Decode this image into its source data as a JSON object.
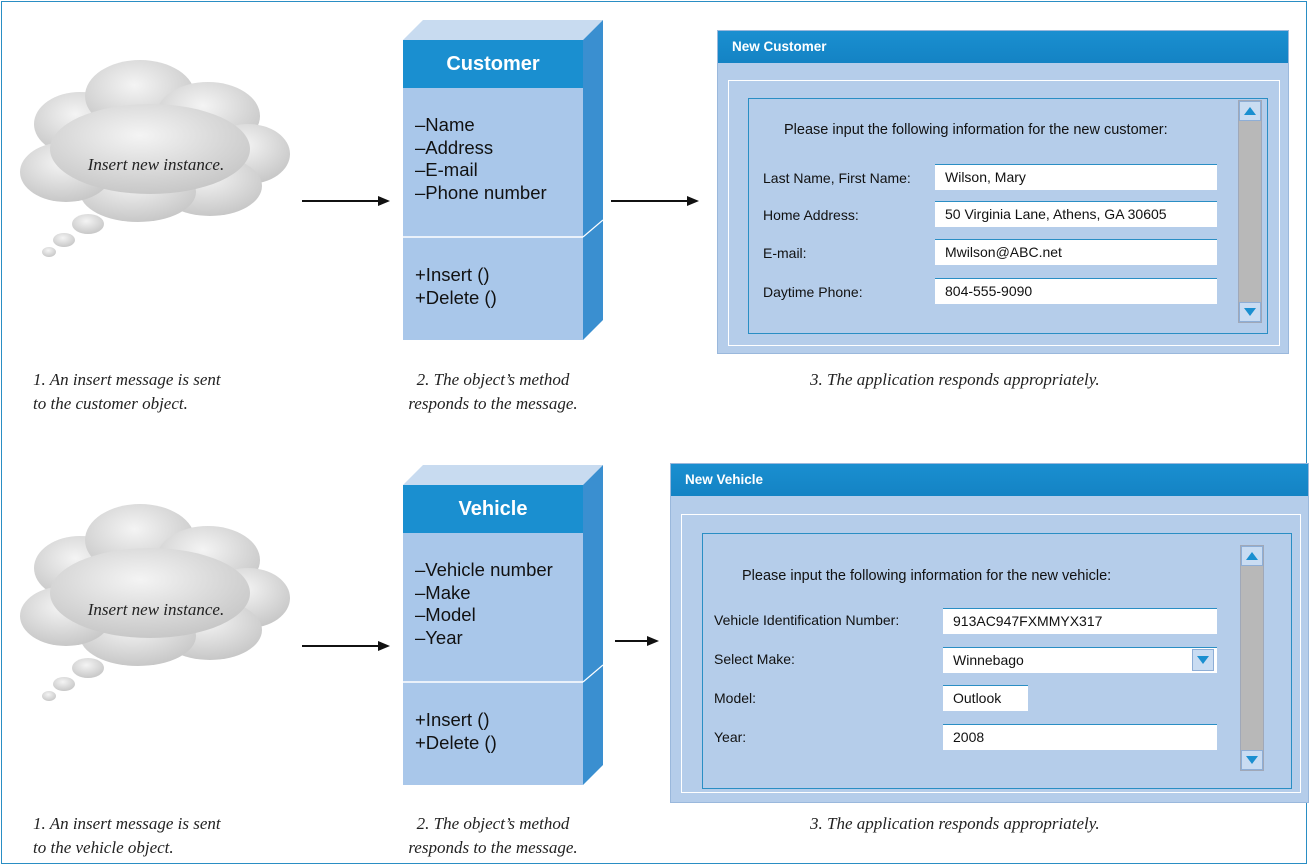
{
  "rows": [
    {
      "cloud_text": "Insert new instance.",
      "class_name": "Customer",
      "attributes": [
        "–Name",
        "–Address",
        "–E-mail",
        "–Phone number"
      ],
      "methods": [
        "+Insert ()",
        "+Delete ()"
      ],
      "window_title": "New Customer",
      "prompt": "Please input the following information for the new customer:",
      "fields": [
        {
          "label": "Last Name, First Name:",
          "value": "Wilson, Mary"
        },
        {
          "label": "Home Address:",
          "value": "50 Virginia Lane, Athens, GA 30605"
        },
        {
          "label": "E-mail:",
          "value": "Mwilson@ABC.net"
        },
        {
          "label": "Daytime Phone:",
          "value": "804-555-9090"
        }
      ],
      "captions": [
        [
          "1. An insert message is sent",
          "to the customer object."
        ],
        [
          "2. The object’s method",
          "responds to the message."
        ],
        [
          "3. The application responds appropriately."
        ]
      ]
    },
    {
      "cloud_text": "Insert new instance.",
      "class_name": "Vehicle",
      "attributes": [
        "–Vehicle number",
        "–Make",
        "–Model",
        "–Year"
      ],
      "methods": [
        "+Insert ()",
        "+Delete ()"
      ],
      "window_title": "New Vehicle",
      "prompt": "Please input the following information for the new vehicle:",
      "fields": [
        {
          "label": "Vehicle Identification Number:",
          "value": "913AC947FXMMYX317"
        },
        {
          "label": "Select Make:",
          "value": "Winnebago"
        },
        {
          "label": "Model:",
          "value": "Outlook"
        },
        {
          "label": "Year:",
          "value": "2008"
        }
      ],
      "captions": [
        [
          "1. An insert message is sent",
          "to the vehicle object."
        ],
        [
          "2. The object’s method",
          "responds to the message."
        ],
        [
          "3. The application responds appropriately."
        ]
      ]
    }
  ],
  "colors": {
    "accent": "#1a8fd0",
    "class_body": "#a9c7ea",
    "window_bg": "#b5cdea",
    "border": "#2a8ec4"
  }
}
